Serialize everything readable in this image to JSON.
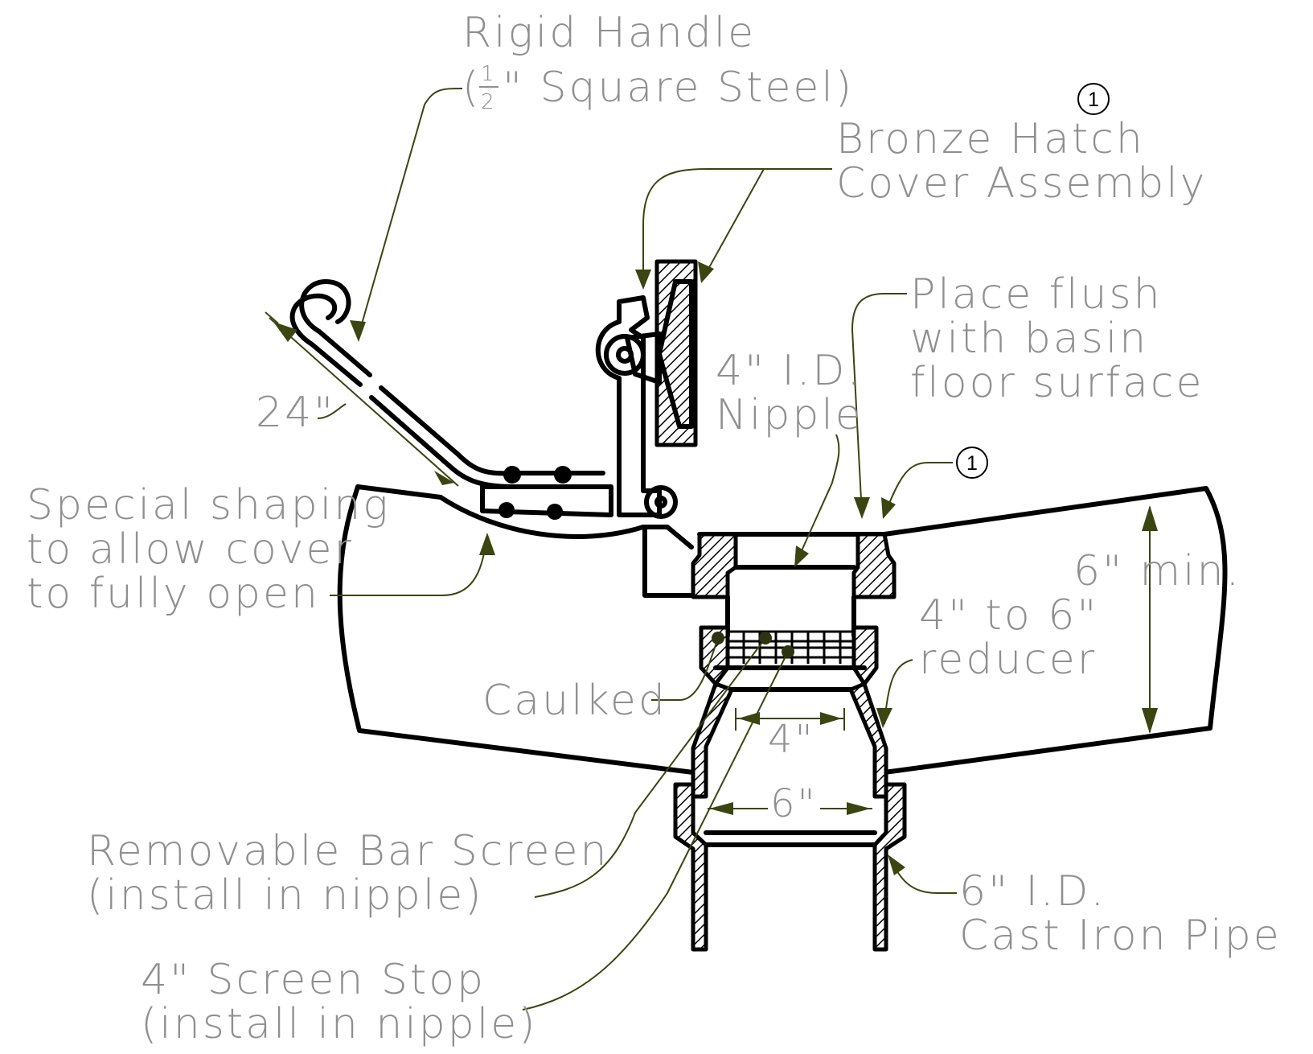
{
  "labels": {
    "rigid_handle_1": "Rigid Handle",
    "rigid_handle_2_open": "(",
    "rigid_handle_2_rest": "\"  Square  Steel)",
    "half_num": "1",
    "half_den": "2",
    "bronze_hatch_1": "Bronze  Hatch",
    "bronze_hatch_2": "Cover  Assembly",
    "place_flush_1": "Place  flush",
    "place_flush_2": "with  basin",
    "place_flush_3": "floor  surface",
    "nipple_1": "4\"  I.D.",
    "nipple_2": "Nipple",
    "handle_length": "24\"",
    "special_1": "Special  shaping",
    "special_2": "to  allow  cover",
    "special_3": "to  fully  open",
    "six_min": "6\"  min.",
    "reducer_1": "4\"  to  6\"",
    "reducer_2": "reducer",
    "caulked": "Caulked",
    "dim_4": "4\"",
    "dim_6": "6\"",
    "bar_screen_1": "Removable  Bar  Screen",
    "bar_screen_2": "(install  in  nipple)",
    "cast_iron_1": "6\"  I.D.",
    "cast_iron_2": "Cast  Iron  Pipe",
    "screen_stop_1": "4\"  Screen  Stop",
    "screen_stop_2": "(install  in  nipple)"
  },
  "callouts": {
    "ref_top": "1",
    "ref_mid": "1"
  },
  "colors": {
    "line": "#000000",
    "leader": "#3a4510",
    "text": "#8f8f8f"
  }
}
